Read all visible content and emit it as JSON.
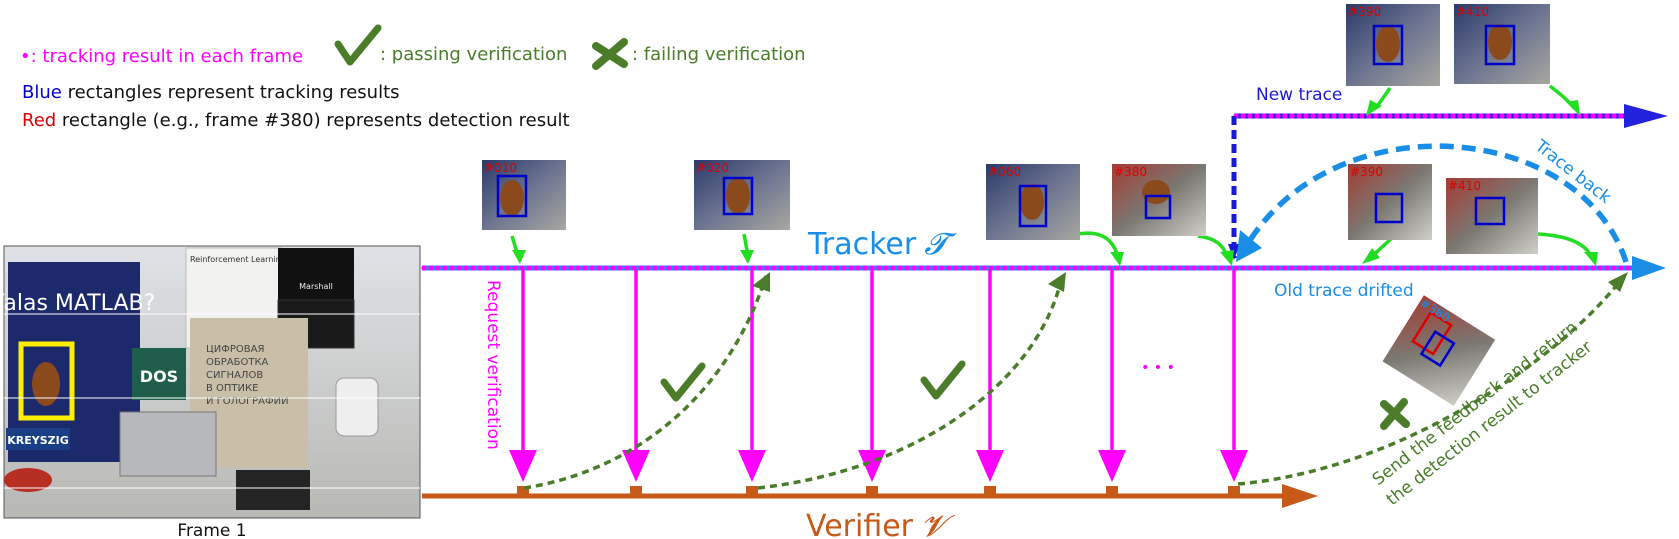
{
  "legend": {
    "dot_text": "•: tracking result in each frame",
    "pass_text": ": passing verification",
    "fail_text": ": failing verification",
    "blue_word": "Blue",
    "blue_rest": " rectangles represent tracking results",
    "red_word": "Red",
    "red_rest": " rectangle (e.g., frame #380) represents detection result"
  },
  "frame_caption": "Frame 1",
  "photo_text": {
    "book1": "Falas MATLAB?",
    "poster": "Reinforcement Learning",
    "amp_brand": "Marshall",
    "dos": "DOS",
    "kreyszig": "KREYSZIG",
    "book2_lines": [
      "ЦИФРОВАЯ",
      "ОБРАБОТКА",
      "СИГНАЛОВ",
      "В ОПТИКЕ",
      "И ГОЛОГРАФИИ"
    ]
  },
  "tracker": {
    "word": "Tracker",
    "symbol": "𝓣"
  },
  "verifier": {
    "word": "Verifier",
    "symbol": "𝓥"
  },
  "labels": {
    "request_verification": "Request verification",
    "new_trace": "New trace",
    "old_trace": "Old trace drifted",
    "trace_back": "Trace back",
    "send_feedback_1": "Send the feedback and return",
    "send_feedback_2": "the detection result to tracker",
    "ellipsis": "• • •"
  },
  "thumbnails": {
    "t1": "#010",
    "t2": "#020",
    "t3": "#060",
    "t4": "#380",
    "t5": "#390",
    "t6": "#410",
    "t7": "#390",
    "t8": "#410",
    "t9": "#380"
  },
  "colors": {
    "magenta": "#ff00ff",
    "tracker_blue": "#1a8ee6",
    "orange": "#c85a19",
    "green_dash": "#4a7c2a",
    "bright_green": "#22dd22",
    "navy": "#0000cc",
    "red": "#dd0000",
    "legend_green": "#4a7c2a"
  }
}
